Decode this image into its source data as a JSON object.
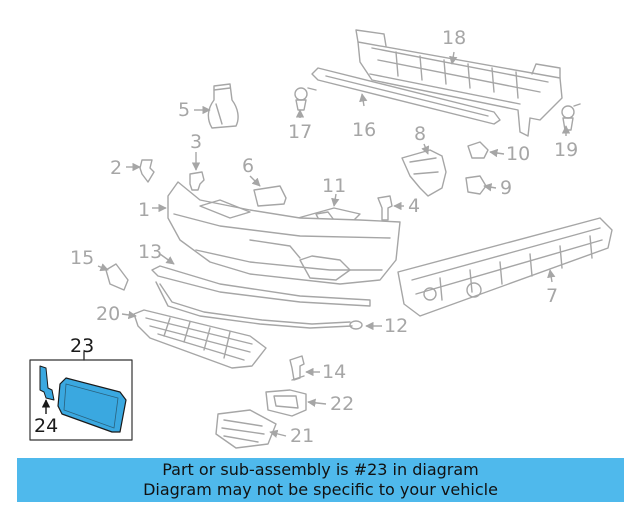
{
  "labels": {
    "p1": "1",
    "p2": "2",
    "p3": "3",
    "p4": "4",
    "p5": "5",
    "p6": "6",
    "p7": "7",
    "p8": "8",
    "p9": "9",
    "p10": "10",
    "p11": "11",
    "p12": "12",
    "p13": "13",
    "p14": "14",
    "p15": "15",
    "p16": "16",
    "p17": "17",
    "p18": "18",
    "p19": "19",
    "p20": "20",
    "p21": "21",
    "p22": "22",
    "p23": "23",
    "p24": "24"
  },
  "colors": {
    "line": "#a6a6a6",
    "highlight": "#3aa8e0",
    "banner": "#4fb9ec"
  },
  "banner": {
    "line1": "Part or sub-assembly is #23 in diagram",
    "line2": "Diagram may not be specific to your vehicle"
  }
}
